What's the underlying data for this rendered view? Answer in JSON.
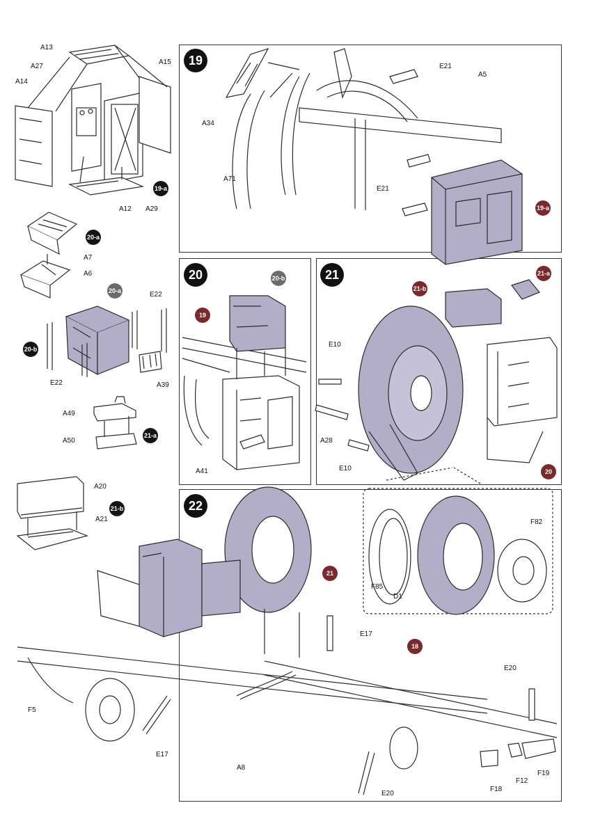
{
  "steps": {
    "s19": "19",
    "s20": "20",
    "s21": "21",
    "s22": "22"
  },
  "refs": {
    "r19a": "19-a",
    "r20a": "20-a",
    "r20b": "20-b",
    "r21a": "21-a",
    "r21b": "21-b",
    "r19": "19",
    "r20": "20",
    "r21": "21",
    "r18": "18"
  },
  "labels": {
    "A13": "A13",
    "A27": "A27",
    "A14": "A14",
    "A15": "A15",
    "A12": "A12",
    "A29": "A29",
    "A7": "A7",
    "A6": "A6",
    "E22a": "E22",
    "E22b": "E22",
    "A39": "A39",
    "A49": "A49",
    "A50": "A50",
    "A20": "A20",
    "A21": "A21",
    "E21a": "E21",
    "E21b": "E21",
    "A5": "A5",
    "A34": "A34",
    "A71": "A71",
    "A41": "A41",
    "E10a": "E10",
    "E10b": "E10",
    "A28": "A28",
    "F82": "F82",
    "F85": "F85",
    "D1": "D1",
    "E17a": "E17",
    "E17b": "E17",
    "F5": "F5",
    "A8": "A8",
    "E20a": "E20",
    "E20b": "E20",
    "F18": "F18",
    "F12": "F12",
    "F19": "F19"
  },
  "colors": {
    "highlight": "#b3aec8",
    "line": "#2a2a2a"
  }
}
